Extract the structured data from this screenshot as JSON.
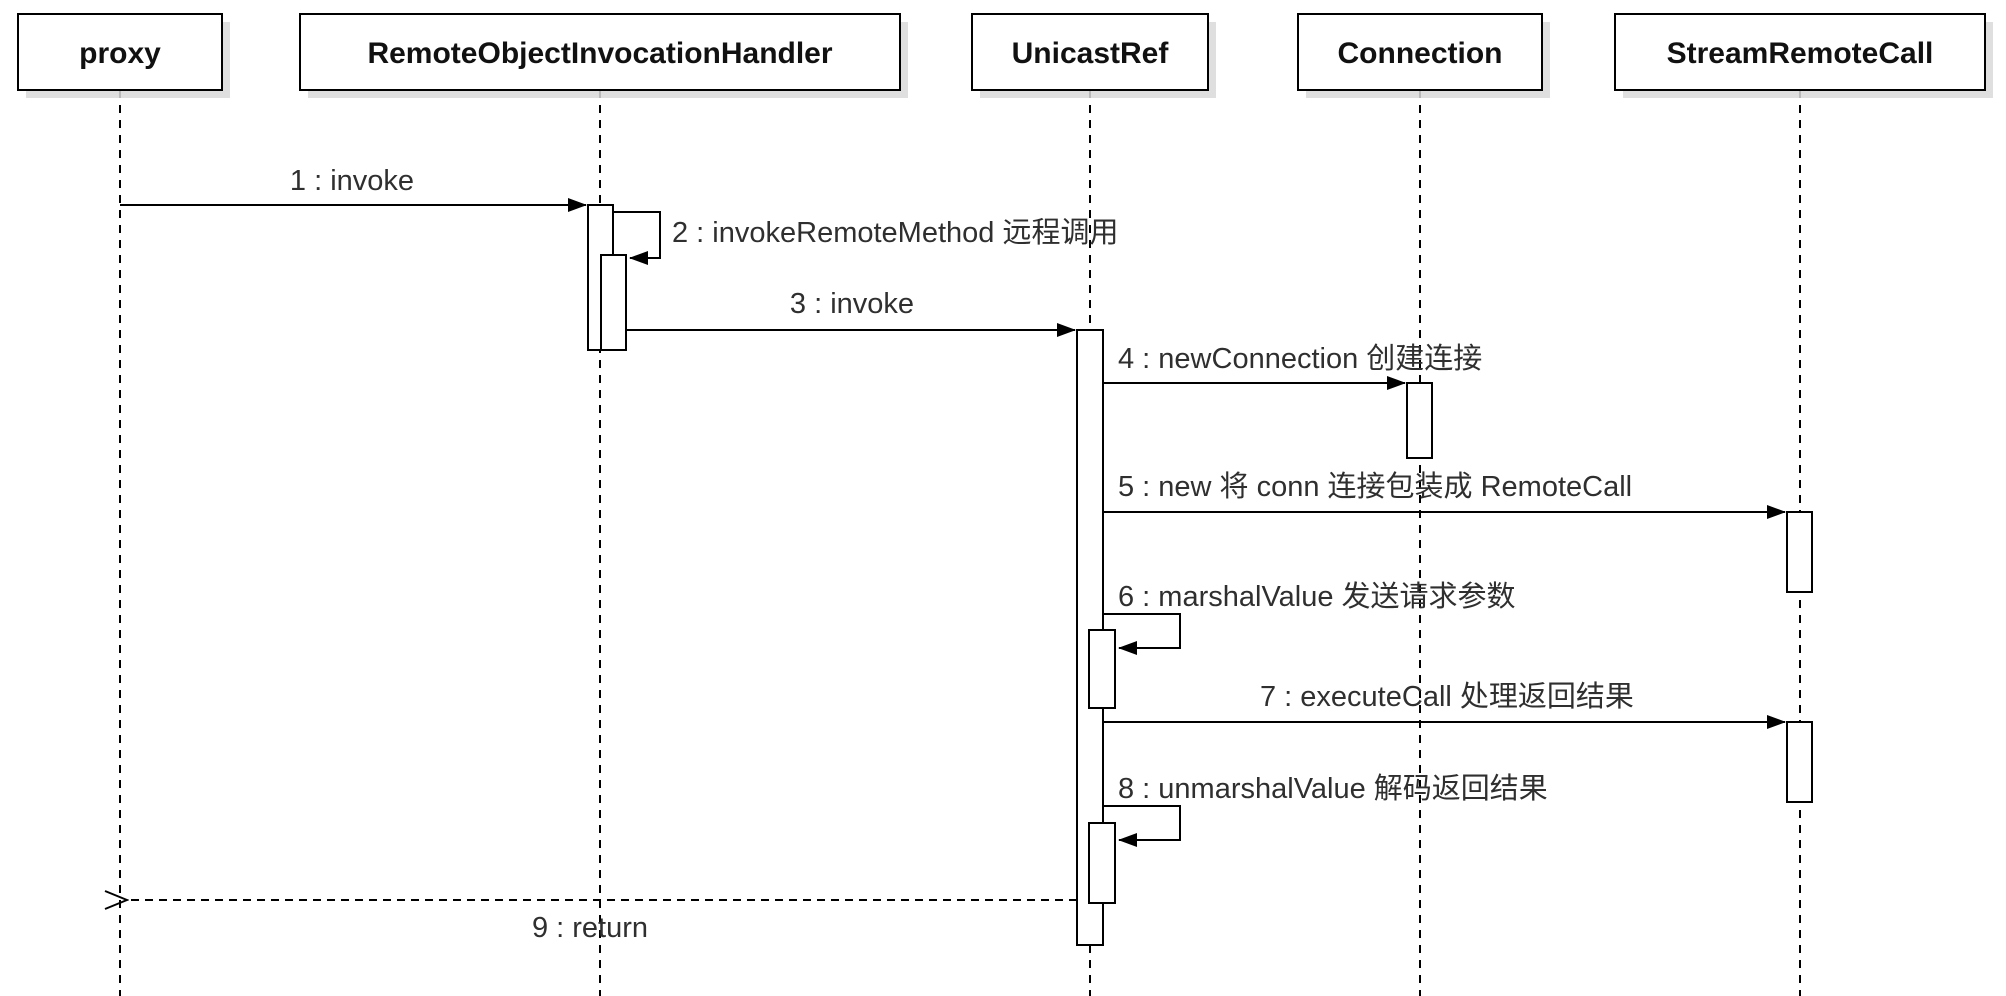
{
  "diagram": {
    "type": "uml-sequence-diagram",
    "title": "RMI remote invocation sequence",
    "colors": {
      "line": "#000000",
      "text": "#2f2f2f",
      "participant_text": "#111111",
      "box_fill": "#ffffff",
      "shadow": "#d9d9d9",
      "background": "#ffffff"
    },
    "participants": [
      {
        "name": "proxy"
      },
      {
        "name": "RemoteObjectInvocationHandler"
      },
      {
        "name": "UnicastRef"
      },
      {
        "name": "Connection"
      },
      {
        "name": "StreamRemoteCall"
      }
    ],
    "messages": [
      {
        "seq": 1,
        "label": "1 : invoke",
        "from": "proxy",
        "to": "RemoteObjectInvocationHandler",
        "kind": "sync"
      },
      {
        "seq": 2,
        "label": "2 : invokeRemoteMethod 远程调用",
        "from": "RemoteObjectInvocationHandler",
        "to": "RemoteObjectInvocationHandler",
        "kind": "self"
      },
      {
        "seq": 3,
        "label": "3 : invoke",
        "from": "RemoteObjectInvocationHandler",
        "to": "UnicastRef",
        "kind": "sync"
      },
      {
        "seq": 4,
        "label": "4 : newConnection 创建连接",
        "from": "UnicastRef",
        "to": "Connection",
        "kind": "sync"
      },
      {
        "seq": 5,
        "label": "5 : new 将 conn 连接包装成 RemoteCall",
        "from": "UnicastRef",
        "to": "StreamRemoteCall",
        "kind": "sync"
      },
      {
        "seq": 6,
        "label": "6 : marshalValue 发送请求参数",
        "from": "UnicastRef",
        "to": "UnicastRef",
        "kind": "self"
      },
      {
        "seq": 7,
        "label": "7 : executeCall 处理返回结果",
        "from": "UnicastRef",
        "to": "StreamRemoteCall",
        "kind": "sync"
      },
      {
        "seq": 8,
        "label": "8 : unmarshalValue 解码返回结果",
        "from": "UnicastRef",
        "to": "UnicastRef",
        "kind": "self"
      },
      {
        "seq": 9,
        "label": "9 : return",
        "from": "UnicastRef",
        "to": "proxy",
        "kind": "return"
      }
    ]
  }
}
